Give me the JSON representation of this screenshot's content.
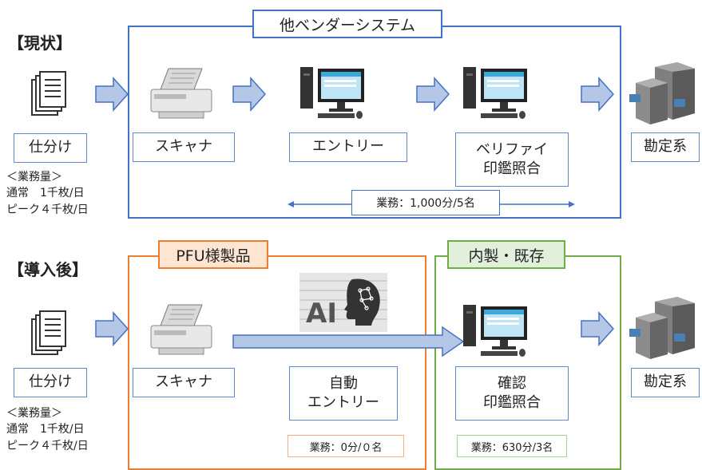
{
  "current": {
    "section_title": "【現状】",
    "vendor_frame_title": "他ベンダーシステム",
    "sort_label": "仕分け",
    "scanner_label": "スキャナ",
    "entry_label": "エントリー",
    "verify_label": "ベリファイ\n印鑑照合",
    "accounting_label": "勘定系",
    "volume_note": "＜業務量＞\n通常　1千枚/日\nピーク４千枚/日",
    "workload_label": "業務：1,000分/5名"
  },
  "after": {
    "section_title": "【導入後】",
    "pfu_frame_title": "PFU様製品",
    "inhouse_frame_title": "内製・既存",
    "sort_label": "仕分け",
    "scanner_label": "スキャナ",
    "auto_entry_label": "自動\nエントリー",
    "confirm_label": "確認\n印鑑照合",
    "accounting_label": "勘定系",
    "volume_note": "＜業務量＞\n通常　1千枚/日\nピーク４千枚/日",
    "pfu_workload": "業務：0分/０名",
    "inhouse_workload": "業務：630分/3名",
    "ai_badge_text": "AI"
  },
  "colors": {
    "blue_frame": "#4472c4",
    "orange_frame": "#ed7d31",
    "green_frame": "#70ad47",
    "arrow_fill": "#b4c7e7",
    "arrow_stroke": "#4472c4"
  },
  "icons": [
    "document-stack-icon",
    "scanner-icon",
    "desktop-computer-icon",
    "server-rack-icon",
    "ai-head-icon",
    "arrow-right-icon"
  ]
}
